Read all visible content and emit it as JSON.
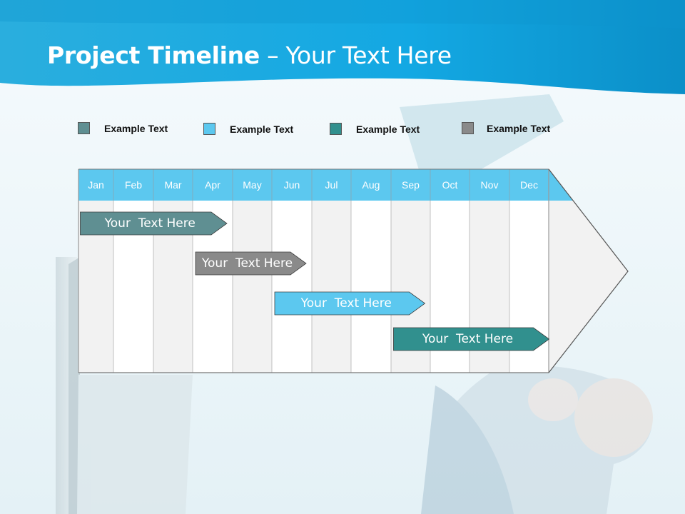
{
  "title": {
    "bold": "Project Timeline",
    "rest": " – Your Text Here"
  },
  "legend": [
    {
      "label": "Example Text",
      "color": "#5f8f92"
    },
    {
      "label": "Example Text",
      "color": "#5cc8ef"
    },
    {
      "label": "Example Text",
      "color": "#31908e"
    },
    {
      "label": "Example Text",
      "color": "#8a8a8a"
    }
  ],
  "months": [
    "Jan",
    "Feb",
    "Mar",
    "Apr",
    "May",
    "Jun",
    "Jul",
    "Aug",
    "Sep",
    "Oct",
    "Nov",
    "Dec"
  ],
  "tasks": [
    {
      "label": "Your  Text Here",
      "start_month": "Jan",
      "end_month": "Apr",
      "color": "#5f8f92"
    },
    {
      "label": "Your  Text Here",
      "start_month": "Apr",
      "end_month": "Jun",
      "color": "#8a8a8a"
    },
    {
      "label": "Your  Text Here",
      "start_month": "Jun",
      "end_month": "Sep",
      "color": "#5cc8ef"
    },
    {
      "label": "Your  Text Here",
      "start_month": "Sep",
      "end_month": "Dec",
      "color": "#31908e"
    }
  ],
  "colors": {
    "header_band": "#1ab0e6",
    "month_header": "#5cc8ef",
    "column_shaded": "#f2f2f2",
    "column_plain": "#ffffff"
  }
}
